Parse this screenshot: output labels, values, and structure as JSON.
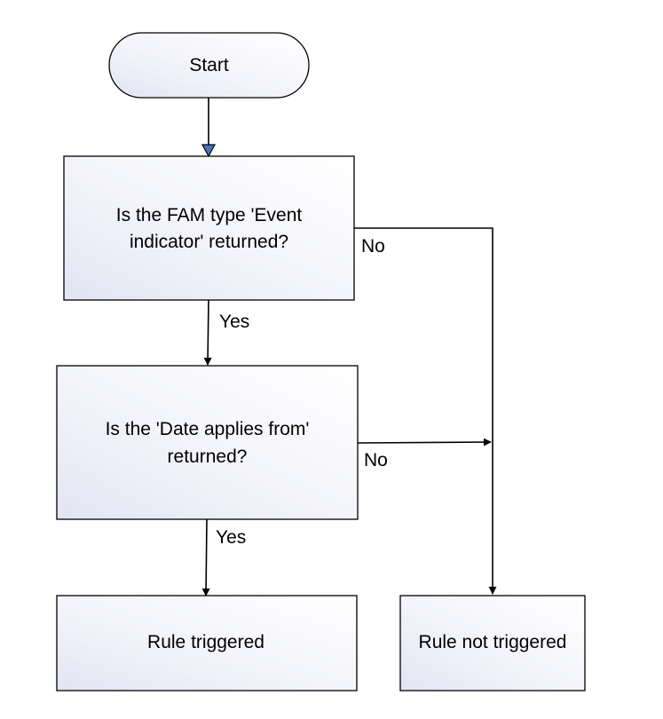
{
  "nodes": {
    "start": {
      "text": "Start"
    },
    "decision_fam": {
      "line1": "Is the FAM type 'Event",
      "line2": "indicator' returned?"
    },
    "decision_date": {
      "line1": "Is the 'Date applies from'",
      "line2": "returned?"
    },
    "rule_triggered": {
      "text": "Rule triggered"
    },
    "rule_not_triggered": {
      "text": "Rule not triggered"
    }
  },
  "edges": {
    "fam_yes": "Yes",
    "fam_no": "No",
    "date_yes": "Yes",
    "date_no": "No"
  },
  "colors": {
    "stroke": "#000000",
    "fill_light": "#ffffff",
    "fill_tint": "#e4e6f4",
    "start_arrow": "#4a72c0"
  }
}
